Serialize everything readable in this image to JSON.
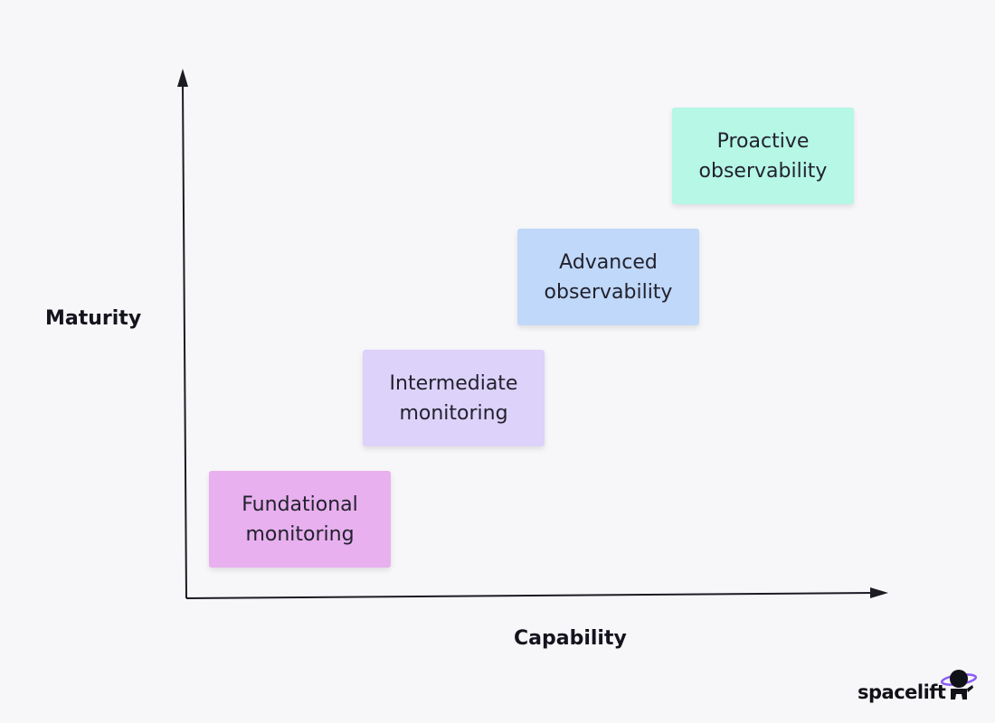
{
  "diagram": {
    "y_axis_label": "Maturity",
    "x_axis_label": "Capability",
    "stages": [
      {
        "line1": "Fundational",
        "line2": "monitoring",
        "color": "#e8b0ee"
      },
      {
        "line1": "Intermediate",
        "line2": "monitoring",
        "color": "#ddd2fa"
      },
      {
        "line1": "Advanced",
        "line2": "observability",
        "color": "#c0d8f9"
      },
      {
        "line1": "Proactive",
        "line2": "observability",
        "color": "#b6f7e6"
      }
    ]
  },
  "brand": {
    "name": "spacelift",
    "logo_icon": "astronaut-planet-icon",
    "accent": "#8b5cf6"
  }
}
